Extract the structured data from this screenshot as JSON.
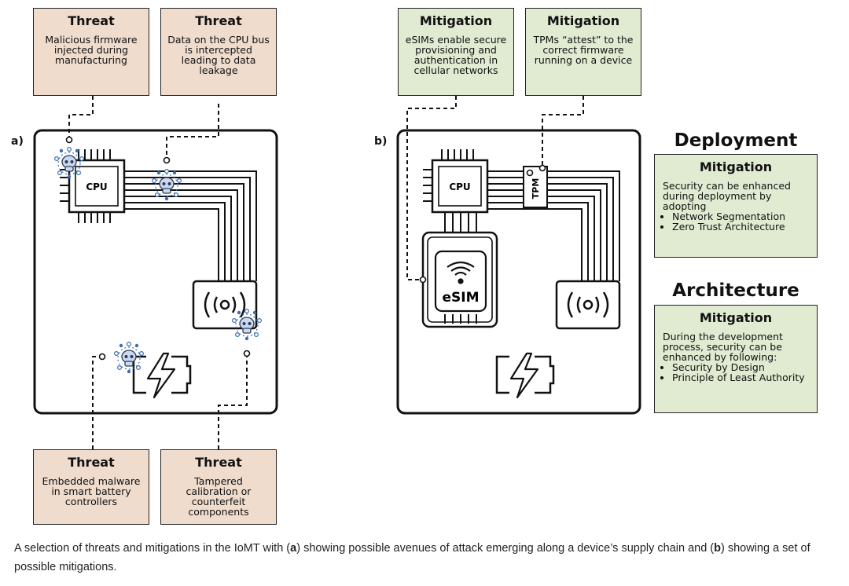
{
  "panel_a": {
    "label": "a)",
    "threats": [
      {
        "title": "Threat",
        "body": "Malicious firmware injected during manufacturing"
      },
      {
        "title": "Threat",
        "body": "Data on the CPU bus is intercepted leading to data leakage"
      },
      {
        "title": "Threat",
        "body": "Embedded malware in smart battery controllers"
      },
      {
        "title": "Threat",
        "body": "Tampered calibration or counterfeit components"
      }
    ],
    "cpu_label": "CPU"
  },
  "panel_b": {
    "label": "b)",
    "mitigations": [
      {
        "title": "Mitigation",
        "body": "eSIMs enable secure provisioning and authentication in cellular networks"
      },
      {
        "title": "Mitigation",
        "body": "TPMs “attest” to the correct firmware running on a device"
      }
    ],
    "cpu_label": "CPU",
    "tpm_label": "TPM",
    "esim_label": "eSIM"
  },
  "deployment": {
    "heading": "Deployment",
    "title": "Mitigation",
    "body": "Security can be enhanced during deployment by adopting",
    "bullets": [
      "Network Segmentation",
      "Zero Trust Architecture"
    ]
  },
  "architecture": {
    "heading": "Architecture",
    "title": "Mitigation",
    "body": "During the development process, security can be enhanced by following:",
    "bullets": [
      "Security by Design",
      "Principle of Least Authority"
    ]
  },
  "caption": {
    "pre": "A selection of threats and mitigations in the IoMT with (",
    "a": "a",
    "mid": ") showing possible avenues of attack emerging along a device’s supply chain and (",
    "b": "b",
    "post": ") showing a set of possible mitigations."
  },
  "colors": {
    "threat_fill": "#efdccd",
    "mitigation_fill": "#e1ebd2",
    "skull_accent": "#3b6fb0"
  },
  "icons": [
    "cpu-chip-icon",
    "skull-icon",
    "antenna-icon",
    "battery-charging-icon",
    "esim-card-icon",
    "wifi-icon",
    "tpm-chip-icon"
  ]
}
